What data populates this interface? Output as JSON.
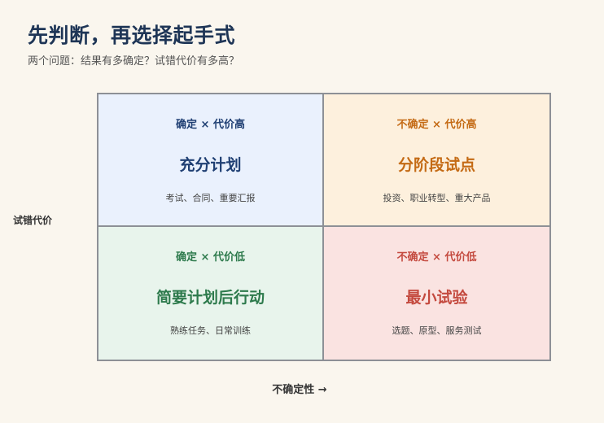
{
  "header": {
    "title": "先判断，再选择起手式",
    "subtitle": "两个问题：结果有多确定？试错代价有多高？"
  },
  "axes": {
    "y_label": "试错代价",
    "x_label": "不确定性 →"
  },
  "quadrants": [
    {
      "position": "top-left",
      "heading": "确定 × 代价高",
      "name": "充分计划",
      "examples": "考试、合同、重要汇报",
      "color": "#1f3f73"
    },
    {
      "position": "top-right",
      "heading": "不确定 × 代价高",
      "name": "分阶段试点",
      "examples": "投资、职业转型、重大产品",
      "color": "#c46a14"
    },
    {
      "position": "bottom-left",
      "heading": "确定 × 代价低",
      "name": "简要计划后行动",
      "examples": "熟练任务、日常训练",
      "color": "#2d7a4c"
    },
    {
      "position": "bottom-right",
      "heading": "不确定 × 代价低",
      "name": "最小试验",
      "examples": "选题、原型、服务测试",
      "color": "#c44a3f"
    }
  ]
}
